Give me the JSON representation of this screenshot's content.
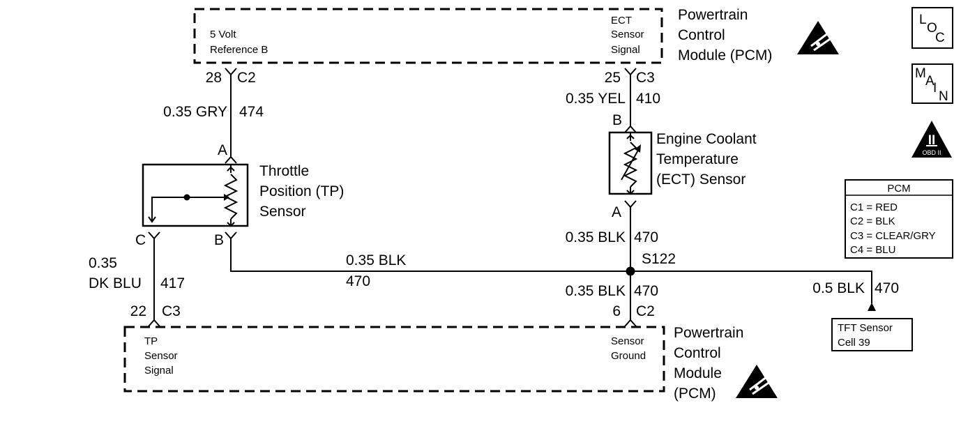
{
  "pcm_top": {
    "title_lines": [
      "Powertrain",
      "Control",
      "Module (PCM)"
    ],
    "pin_left_lines": [
      "5 Volt",
      "Reference B"
    ],
    "pin_right_lines": [
      "ECT",
      "Sensor",
      "Signal"
    ]
  },
  "pcm_bottom": {
    "title_lines": [
      "Powertrain",
      "Control",
      "Module",
      "(PCM)"
    ],
    "pin_left_lines": [
      "TP",
      "Sensor",
      "Signal"
    ],
    "pin_right_lines": [
      "Sensor",
      "Ground"
    ]
  },
  "wires": {
    "ref": {
      "pin": "28",
      "connector": "C2",
      "gauge_color": "0.35 GRY",
      "circuit": "474"
    },
    "ect_signal": {
      "pin": "25",
      "connector": "C3",
      "gauge_color": "0.35 YEL",
      "circuit": "410"
    },
    "ect_ground": {
      "gauge_color": "0.35 BLK",
      "circuit": "470"
    },
    "tp_signal": {
      "pin": "22",
      "connector": "C3",
      "gauge_color_lines": [
        "0.35",
        "DK BLU"
      ],
      "circuit": "417"
    },
    "tp_ground": {
      "gauge_color": "0.35 BLK",
      "circuit": "470"
    },
    "pcm_ground": {
      "pin": "6",
      "connector": "C2",
      "gauge_color": "0.35 BLK",
      "circuit": "470"
    },
    "tft_ground": {
      "gauge_color": "0.5 BLK",
      "circuit": "470"
    }
  },
  "splice": {
    "label": "S122"
  },
  "tp_sensor": {
    "name_lines": [
      "Throttle",
      "Position (TP)",
      "Sensor"
    ],
    "terminal_a": "A",
    "terminal_b": "B",
    "terminal_c": "C"
  },
  "ect_sensor": {
    "name_lines": [
      "Engine Coolant",
      "Temperature",
      "(ECT) Sensor"
    ],
    "terminal_a": "A",
    "terminal_b": "B"
  },
  "tft": {
    "lines": [
      "TFT Sensor",
      "Cell 39"
    ]
  },
  "legend": {
    "title": "PCM",
    "items": [
      "C1 = RED",
      "C2 = BLK",
      "C3 = CLEAR/GRY",
      "C4 = BLU"
    ]
  },
  "icons": {
    "loc": [
      "L",
      "O",
      "C"
    ],
    "main": [
      "M",
      "A",
      "I",
      "N"
    ],
    "obd": {
      "numeral": "II",
      "caption": "OBD II"
    }
  }
}
